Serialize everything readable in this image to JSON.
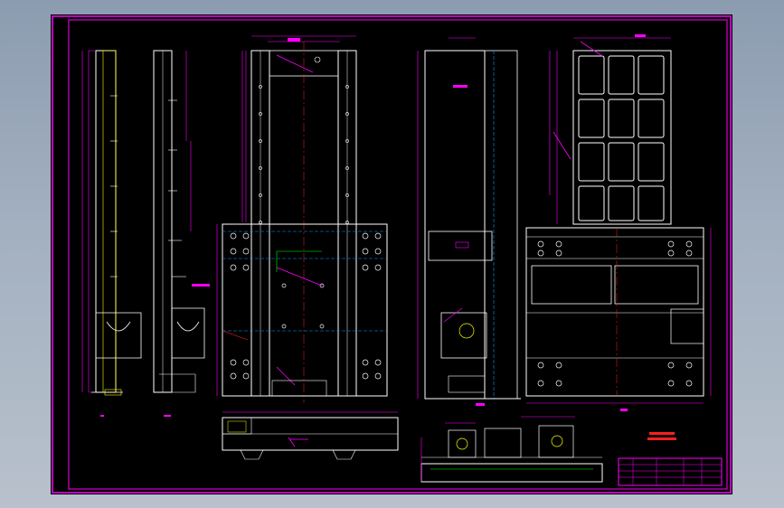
{
  "canvas": {
    "background": "#000000",
    "frame_color": "#ff00ff",
    "line_colors": {
      "outline": "#ffffff",
      "dimension": "#ff00ff",
      "center": "#ff2020",
      "hidden": "#00a0ff",
      "hatch": "#ffff00",
      "detail": "#00ff00"
    }
  },
  "title_block": {
    "label": "title-block"
  },
  "views": [
    {
      "id": "left-rail",
      "icon": "part-view"
    },
    {
      "id": "side-rail",
      "icon": "part-view"
    },
    {
      "id": "front-view",
      "icon": "part-view"
    },
    {
      "id": "section-view",
      "icon": "part-view"
    },
    {
      "id": "top-view",
      "icon": "part-view"
    },
    {
      "id": "bottom-view",
      "icon": "part-view"
    },
    {
      "id": "detail-view",
      "icon": "part-view"
    }
  ]
}
